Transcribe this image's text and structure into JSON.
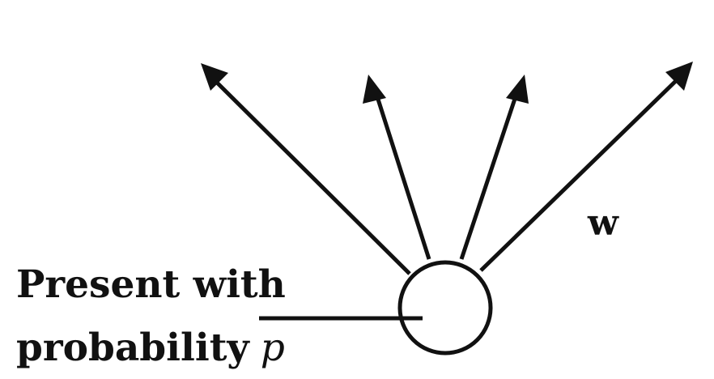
{
  "label": {
    "line1": "Present with",
    "line2": "probability",
    "variable": "p"
  },
  "weight_label": "w"
}
